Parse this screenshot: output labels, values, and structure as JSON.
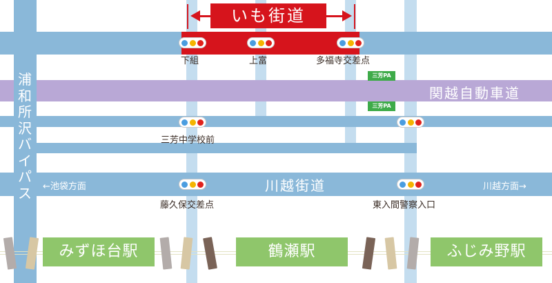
{
  "colors": {
    "road_blue": "#8ab8d9",
    "road_light": "#c4ddef",
    "expressway": "#b9a8d6",
    "banner_red": "#d6141c",
    "station_green": "#8fc66b",
    "signal_blue": "#4a9de0",
    "signal_yellow": "#f4b400",
    "signal_red": "#e0221c",
    "pa_green": "#3eab49",
    "label_text": "#3a2c25"
  },
  "banner": {
    "title": "いも街道"
  },
  "roads": {
    "top_road": "",
    "expressway_label": "関越自動車道",
    "bypass_label": "浦和所沢バイパス",
    "kawagoe_label": "川越街道",
    "dir_left": "←池袋方面",
    "dir_right": "川越方面→"
  },
  "parking_areas": [
    {
      "label": "三芳PA"
    },
    {
      "label": "三芳PA"
    }
  ],
  "intersections": [
    {
      "label": "下組"
    },
    {
      "label": "上富"
    },
    {
      "label": "多福寺交差点"
    },
    {
      "label": "三芳中学校前"
    },
    {
      "label": "藤久保交差点"
    },
    {
      "label": "東入間警察入口"
    }
  ],
  "stations": [
    {
      "label": "みずほ台駅"
    },
    {
      "label": "鶴瀬駅"
    },
    {
      "label": "ふじみ野駅"
    }
  ]
}
